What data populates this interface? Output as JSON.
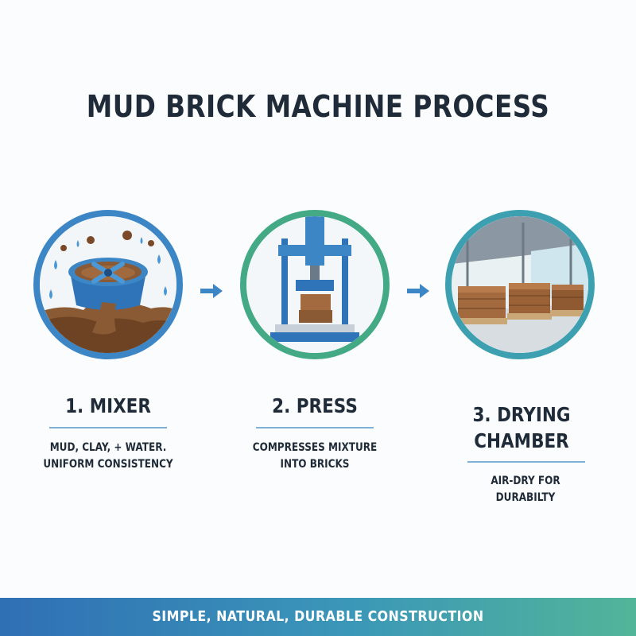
{
  "title": "MUD BRICK MACHINE PROCESS",
  "steps": [
    {
      "title": "1. MIXER",
      "description_lines": [
        "MUD, CLAY, + WATER.",
        "UNIFORM CONSISTENCY"
      ],
      "icon": "mixer-icon",
      "ring_color": "#3d86c6"
    },
    {
      "title": "2. PRESS",
      "description_lines": [
        "COMPRESSES MIXTURE",
        "INTO BRICKS"
      ],
      "icon": "press-icon",
      "ring_color": "#44aa86"
    },
    {
      "title_lines": [
        "3. DRYING",
        "CHAMBER"
      ],
      "description_lines": [
        "AIR-DRY FOR",
        "DURABILTY"
      ],
      "icon": "drying-chamber-icon",
      "ring_color": "#3da0b0"
    }
  ],
  "footer": "SIMPLE, NATURAL, DURABLE CONSTRUCTION",
  "colors": {
    "accent_blue": "#3d86c6",
    "accent_green": "#44aa86",
    "accent_teal": "#3da0b0",
    "arrow": "#3d86c6",
    "text": "#1f2b38"
  }
}
